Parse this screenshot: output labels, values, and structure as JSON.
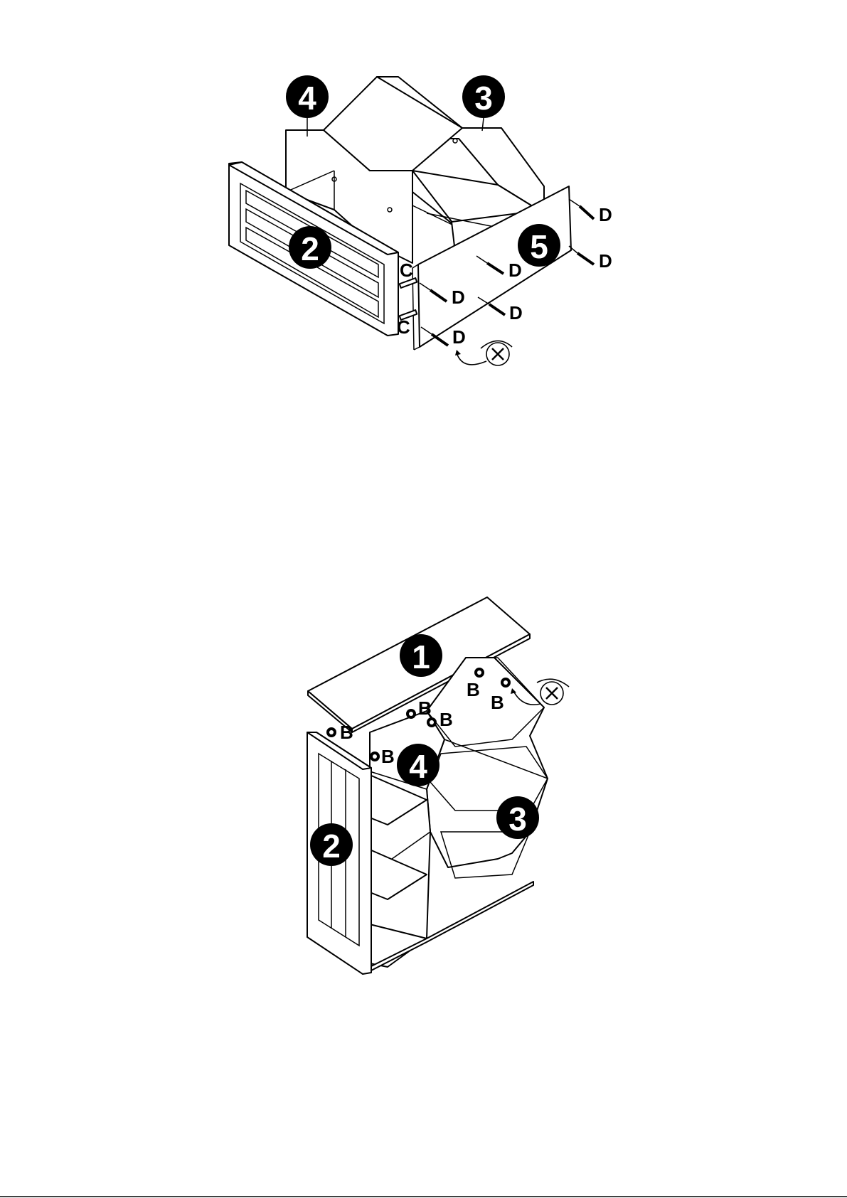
{
  "colors": {
    "ink": "#000000",
    "paper": "#ffffff"
  },
  "step_top": {
    "part_badges": {
      "p4": "4",
      "p3": "3",
      "p2": "2",
      "p5": "5"
    },
    "hardware_labels": {
      "c1": "C",
      "c2": "C",
      "d1": "D",
      "d2": "D",
      "d3": "D",
      "d4": "D",
      "d5": "D",
      "d6": "D"
    },
    "icons": [
      "screwdriver-rotate-icon"
    ]
  },
  "step_bottom": {
    "part_badges": {
      "p1": "1",
      "p2": "2",
      "p3": "3",
      "p4": "4"
    },
    "hardware_labels": {
      "b1": "B",
      "b2": "B",
      "b3": "B",
      "b4": "B",
      "b5": "B",
      "b6": "B"
    },
    "icons": [
      "screwdriver-rotate-icon"
    ]
  }
}
